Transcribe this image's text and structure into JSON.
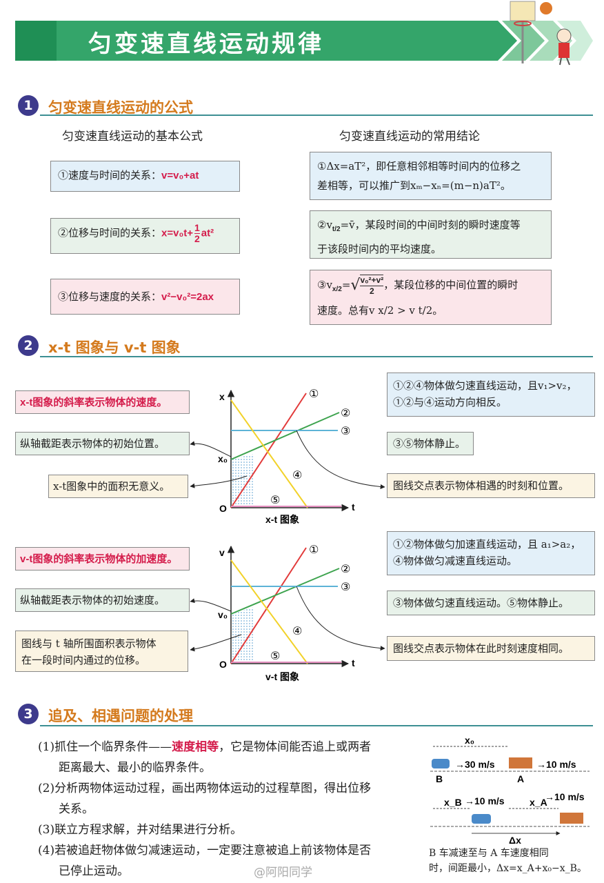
{
  "banner": {
    "title": "匀变速直线运动规律"
  },
  "sections": {
    "s1": {
      "num": "1",
      "title": "匀变速直线运动的公式"
    },
    "s2": {
      "num": "2",
      "title": "x-t 图象与 v-t 图象"
    },
    "s3": {
      "num": "3",
      "title": "追及、相遇问题的处理"
    }
  },
  "s1": {
    "left_head": "匀变速直线运动的基本公式",
    "right_head": "匀变速直线运动的常用结论",
    "f1_label": "①速度与时间的关系：",
    "f1_eq": "v=v₀+at",
    "f2_label": "②位移与时间的关系：",
    "f2_eq_a": "x=v₀t+",
    "f2_frac_num": "1",
    "f2_frac_den": "2",
    "f2_eq_b": "at²",
    "f3_label": "③位移与速度的关系：",
    "f3_eq": "v²−v₀²=2ax",
    "c1_line1": "①Δx=aT²，即任意相邻相等时间内的位移之",
    "c1_line2": "差相等，可以推广到xₘ−xₙ=(m−n)aT²。",
    "c2_a": "②v",
    "c2_sub": "t/2",
    "c2_b": "=v̄，某段时间的中间时刻的瞬时速度等",
    "c2_line2": "于该段时间内的平均速度。",
    "c3_a": "③v",
    "c3_sub": "x/2",
    "c3_eq": "=",
    "c3_num": "v₀²+v²",
    "c3_den": "2",
    "c3_b": "，某段位移的中间位置的瞬时",
    "c3_line2": "速度。总有v x/2 > v t/2。"
  },
  "xt": {
    "left1": "x-t图象的斜率表示物体的速度。",
    "left2": "纵轴截距表示物体的初始位置。",
    "left3": "x-t图象中的面积无意义。",
    "right1_l1": "①②④物体做匀速直线运动，且v₁>v₂，",
    "right1_l2": "①②与④运动方向相反。",
    "right2": "③⑤物体静止。",
    "right3": "图线交点表示物体相遇的时刻和位置。",
    "axis_y": "x",
    "axis_x": "t",
    "origin": "O",
    "intercept": "x₀",
    "caption": "x-t 图象",
    "lines": [
      "①",
      "②",
      "③",
      "④",
      "⑤"
    ]
  },
  "vt": {
    "left1": "v-t图象的斜率表示物体的加速度。",
    "left2": "纵轴截距表示物体的初始速度。",
    "left3_l1": "图线与 t 轴所围面积表示物体",
    "left3_l2": "在一段时间内通过的位移。",
    "right1_l1": "①②物体做匀加速直线运动，且 a₁>a₂，",
    "right1_l2": "④物体做匀减速直线运动。",
    "right2": "③物体做匀速直线运动。⑤物体静止。",
    "right3": "图线交点表示物体在此时刻速度相同。",
    "axis_y": "v",
    "axis_x": "t",
    "origin": "O",
    "intercept": "v₀",
    "caption": "v-t 图象",
    "lines": [
      "①",
      "②",
      "③",
      "④",
      "⑤"
    ]
  },
  "s3": {
    "i1_a": "(1)抓住一个临界条件——",
    "i1_red": "速度相等",
    "i1_b": "，它是物体间能否追上或两者",
    "i1_l2": "距离最大、最小的临界条件。",
    "i2_l1": "(2)分析两物体运动过程，画出两物体运动的过程草图，得出位移",
    "i2_l2": "关系。",
    "i3": "(3)联立方程求解，并对结果进行分析。",
    "i4_l1": "(4)若被追赶物体做匀减速运动，一定要注意被追上前该物体是否",
    "i4_l2": "已停止运动。",
    "fig": {
      "x0": "x₀",
      "v30": "→30 m/s",
      "v10a": "→10 m/s",
      "B": "B",
      "A": "A",
      "xB": "x_B",
      "v10b": "→10 m/s",
      "xA": "x_A",
      "v10c": "→10 m/s",
      "dx": "Δx",
      "cap_l1": "B 车减速至与 A 车速度相同",
      "cap_l2": "时，间距最小，Δx=x_A+x₀−x_B。"
    }
  },
  "watermark": "@阿阳同学"
}
